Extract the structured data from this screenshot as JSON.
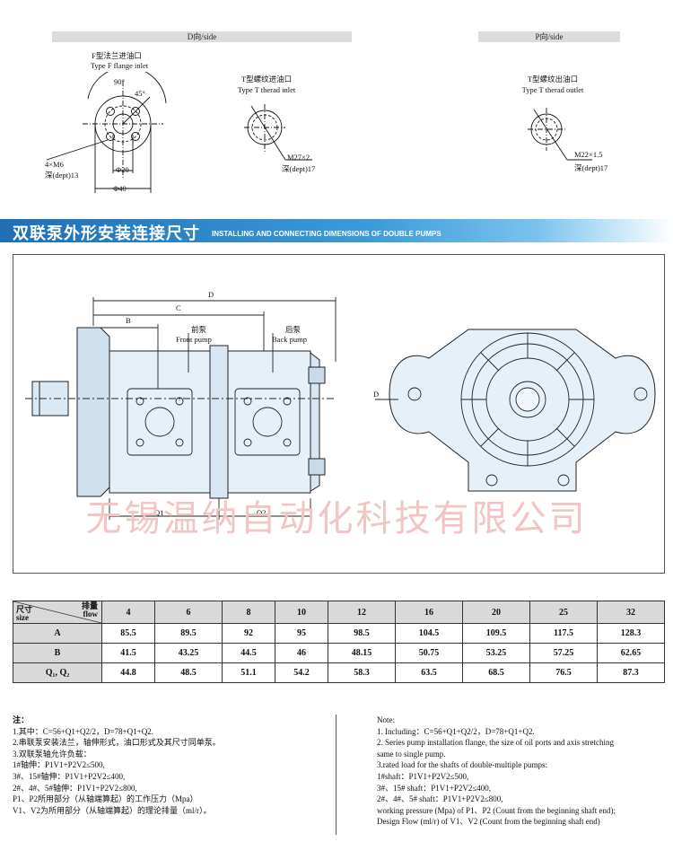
{
  "top_left": {
    "side_label": "D向/side",
    "flange_cn": "F型法兰进油口",
    "flange_en": "Type F flange  inlet",
    "angle_90": "90°",
    "angle_45": "45°",
    "bolt": "4×M6",
    "bolt_depth": "深(dept)13",
    "dia_small": "Φ20",
    "dia_large": "Φ40"
  },
  "top_mid": {
    "thread_cn": "T型螺纹进油口",
    "thread_en": "Type T therad inlet",
    "thread_size": "M27×2",
    "thread_depth": "深(dept)17"
  },
  "top_right": {
    "side_label": "P向/side",
    "thread_cn": "T型螺纹出油口",
    "thread_en": "Type T therad outlet",
    "thread_size": "M22×1.5",
    "thread_depth": "深(dept)17"
  },
  "banner": {
    "title_cn": "双联泵外形安装连接尺寸",
    "title_en": "INSTALLING AND CONNECTING DIMENSIONS OF DOUBLE  PUMPS"
  },
  "drawing": {
    "dim_d": "D",
    "dim_c": "C",
    "dim_b": "B",
    "dim_q1": "Q1",
    "dim_q2": "Q2",
    "front_cn": "前泵",
    "front_en": "Front  pump",
    "back_cn": "后泵",
    "back_en": "Back pump",
    "side_d": "D"
  },
  "watermark": "无锡温纳自动化科技有限公司",
  "table": {
    "header": {
      "top_cn": "排量",
      "top_en": "flow",
      "bottom_cn": "尺寸",
      "bottom_en": "size"
    },
    "flows": [
      "4",
      "6",
      "8",
      "10",
      "12",
      "16",
      "20",
      "25",
      "32"
    ],
    "rows": [
      {
        "label": "A",
        "values": [
          "85.5",
          "89.5",
          "92",
          "95",
          "98.5",
          "104.5",
          "109.5",
          "117.5",
          "128.3"
        ]
      },
      {
        "label": "B",
        "values": [
          "41.5",
          "43.25",
          "44.5",
          "46",
          "48.15",
          "50.75",
          "53.25",
          "57.25",
          "62.65"
        ]
      },
      {
        "label": "Q₁, Q₂",
        "values": [
          "44.8",
          "48.5",
          "51.1",
          "54.2",
          "58.3",
          "63.5",
          "68.5",
          "76.5",
          "87.3"
        ]
      }
    ]
  },
  "notes_cn": [
    "注：",
    "1.其中：C=56+Q1+Q2/2，D=78+Q1+Q2.",
    "2.串联泵安装法兰，轴伸形式，油口形式及其尺寸同单泵。",
    "3.双联泵轴允许负载：",
    "1#轴伸：P1V1+P2V2≤500,",
    "3#、15#轴伸：P1V1+P2V2≤400,",
    "2#、4#、5#轴伸：P1V1+P2V2≤800,",
    "P1、P2所用部分（从轴端算起）的工作压力（Mpa）",
    "V1、V2为所用部分（从轴端算起）的理论排量（ml/r）。"
  ],
  "notes_en": [
    "Note:",
    "1. Including：C=56+Q1+Q2/2，D=78+Q1+Q2.",
    "2. Series pump installation flange, the size of oil ports and axis stretching",
    "    same to single pump.",
    "3.rated load for the shafts of double-multiple pumps:",
    "1#shaft：P1V1+P2V2≤500,",
    "3#、15# shaft：P1V1+P2V2≤400,",
    "2#、4#、5# shaft：P1V1+P2V2≤800,",
    "working pressure (Mpa) of P1、P2 (Count from the beginning shaft end);",
    "Design Flow (ml/r) of V1、V2 (Count from the beginning shaft end)"
  ]
}
